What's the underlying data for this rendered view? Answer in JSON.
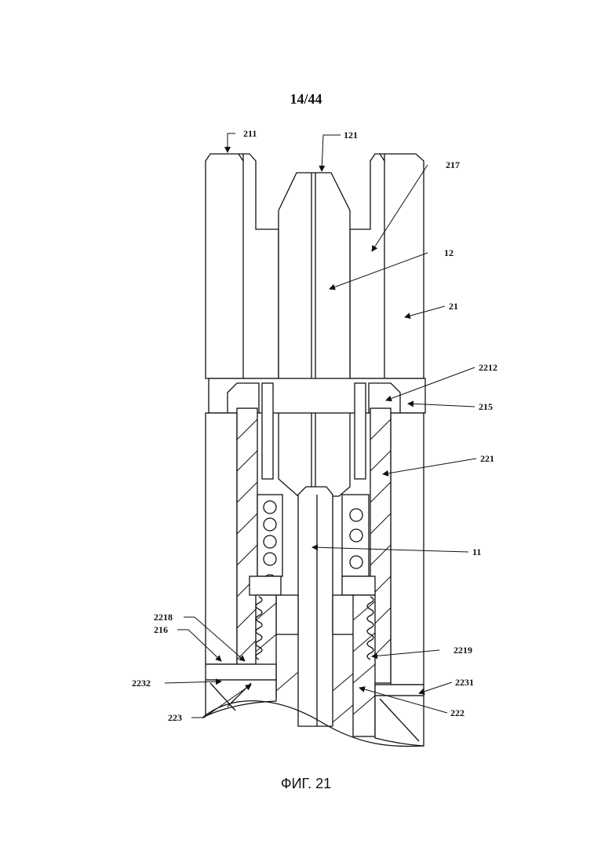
{
  "page_number": "14/44",
  "caption": "ФИГ. 21",
  "labels": {
    "l211": "211",
    "l121": "121",
    "l217": "217",
    "l12": "12",
    "l21": "21",
    "l2212": "2212",
    "l215": "215",
    "l221": "221",
    "l11": "11",
    "l2218": "2218",
    "l216": "216",
    "l2219": "2219",
    "l2232": "2232",
    "l2231": "2231",
    "l223": "223",
    "l222": "222"
  }
}
